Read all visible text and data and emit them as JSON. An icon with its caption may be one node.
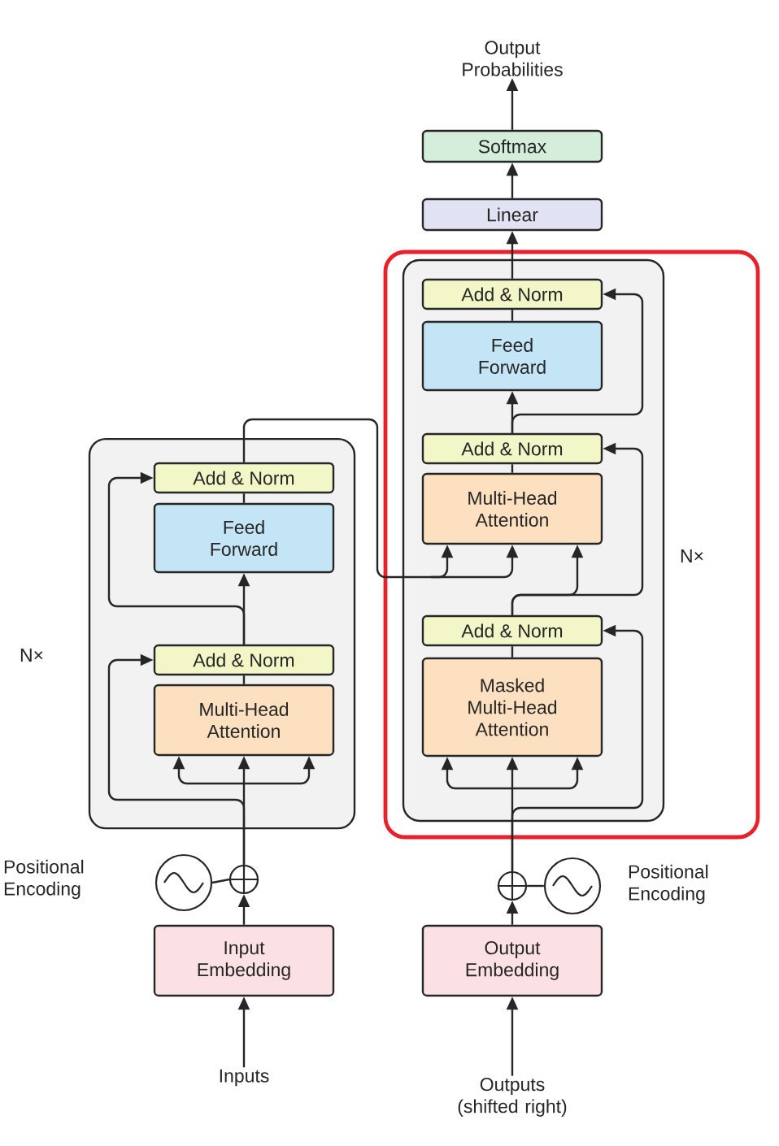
{
  "diagram": {
    "nodes": [
      {
        "text": [],
        "shape": "box",
        "beside": [
          "N×"
        ]
      },
      {
        "text": [
          "Add & Norm"
        ],
        "in": 0
      },
      {
        "text": [
          "Feed Forward"
        ],
        "in": 0
      },
      {
        "text": [
          "Add & Norm"
        ],
        "in": 0
      },
      {
        "text": [
          "Multi-Head Attention"
        ],
        "in": 0
      },
      {
        "text": [],
        "shape": "circle",
        "beside": [
          "Positional Encoding"
        ]
      },
      {
        "text": [],
        "shape": "circle"
      },
      {
        "text": [
          "Input Embedding"
        ]
      },
      {
        "text": [
          "Inputs"
        ]
      },
      {
        "text": [],
        "shape": "box",
        "beside": [
          "N×"
        ]
      },
      {
        "text": [
          "Add & Norm"
        ],
        "in": 9
      },
      {
        "text": [
          "Feed Forward"
        ],
        "in": 9
      },
      {
        "text": [
          "Add & Norm"
        ],
        "in": 9
      },
      {
        "text": [
          "Multi-Head Attention"
        ],
        "in": 9
      },
      {
        "text": [
          "Add & Norm"
        ],
        "in": 9
      },
      {
        "text": [
          "Masked Multi-Head Attention"
        ],
        "in": 9
      },
      {
        "text": [],
        "shape": "circle"
      },
      {
        "text": [],
        "shape": "circle",
        "beside": [
          "Positional Encoding"
        ]
      },
      {
        "text": [
          "Output Embedding"
        ]
      },
      {
        "text": [
          "Outputs (shifted right)"
        ]
      },
      {
        "text": [
          "Linear"
        ]
      },
      {
        "text": [
          "Softmax"
        ]
      },
      {
        "text": [
          "Output Probabilities"
        ]
      }
    ],
    "edges": [
      {
        "from": 8,
        "to": 7,
        "arrow": "to"
      },
      {
        "from": 7,
        "to": 6,
        "arrow": "to"
      },
      {
        "from": 5,
        "to": 6,
        "arrow": "none"
      },
      {
        "from": 6,
        "to": 4,
        "arrow": "to"
      },
      {
        "from": 6,
        "to": 3,
        "arrow": "to"
      },
      {
        "from": 4,
        "to": 3,
        "arrow": "none"
      },
      {
        "from": 3,
        "to": 2,
        "arrow": "to"
      },
      {
        "from": 3,
        "to": 1,
        "arrow": "to"
      },
      {
        "from": 2,
        "to": 1,
        "arrow": "none"
      },
      {
        "from": 1,
        "to": 13,
        "arrow": "to"
      },
      {
        "from": 19,
        "to": 18,
        "arrow": "to"
      },
      {
        "from": 18,
        "to": 16,
        "arrow": "to"
      },
      {
        "from": 17,
        "to": 16,
        "arrow": "none"
      },
      {
        "from": 16,
        "to": 15,
        "arrow": "to"
      },
      {
        "from": 16,
        "to": 14,
        "arrow": "to"
      },
      {
        "from": 15,
        "to": 14,
        "arrow": "none"
      },
      {
        "from": 14,
        "to": 13,
        "arrow": "to"
      },
      {
        "from": 14,
        "to": 12,
        "arrow": "to"
      },
      {
        "from": 13,
        "to": 12,
        "arrow": "none"
      },
      {
        "from": 12,
        "to": 11,
        "arrow": "to"
      },
      {
        "from": 12,
        "to": 10,
        "arrow": "to"
      },
      {
        "from": 11,
        "to": 10,
        "arrow": "none"
      },
      {
        "from": 10,
        "to": 20,
        "arrow": "to"
      },
      {
        "from": 20,
        "to": 21,
        "arrow": "to"
      },
      {
        "from": 21,
        "to": 22,
        "arrow": "to"
      }
    ]
  }
}
